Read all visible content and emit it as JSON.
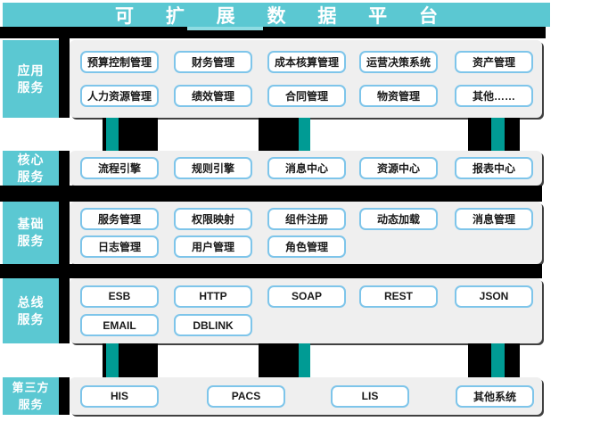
{
  "header": {
    "title": "可 扩 展 数 据 平 台"
  },
  "colors": {
    "teal": "#5BC8D2",
    "teal_light_accent": "#8EDCE2",
    "connector_teal": "#009B94",
    "panel_gray": "#EFEFEF",
    "node_border_blue": "#7EC5EA",
    "bar_black": "#000000"
  },
  "layers": [
    {
      "name": "应用服务",
      "label_line1": "应用",
      "label_line2": "服务",
      "rows": [
        [
          "预算控制管理",
          "财务管理",
          "成本核算管理",
          "运营决策系统",
          "资产管理"
        ],
        [
          "人力资源管理",
          "绩效管理",
          "合同管理",
          "物资管理",
          "其他……"
        ]
      ]
    },
    {
      "name": "核心服务",
      "label_line1": "核心",
      "label_line2": "服务",
      "rows": [
        [
          "流程引擎",
          "规则引擎",
          "消息中心",
          "资源中心",
          "报表中心"
        ]
      ]
    },
    {
      "name": "基础服务",
      "label_line1": "基础",
      "label_line2": "服务",
      "rows": [
        [
          "服务管理",
          "权限映射",
          "组件注册",
          "动态加载",
          "消息管理"
        ],
        [
          "日志管理",
          "用户管理",
          "角色管理"
        ]
      ]
    },
    {
      "name": "总线服务",
      "label_line1": "总线",
      "label_line2": "服务",
      "rows": [
        [
          "ESB",
          "HTTP",
          "SOAP",
          "REST",
          "JSON"
        ],
        [
          "EMAIL",
          "DBLINK"
        ]
      ]
    },
    {
      "name": "第三方服务",
      "label_line1": "第三方",
      "label_line2": "服务",
      "rows": [
        [
          "HIS",
          "PACS",
          "LIS",
          "其他系统"
        ]
      ]
    }
  ]
}
